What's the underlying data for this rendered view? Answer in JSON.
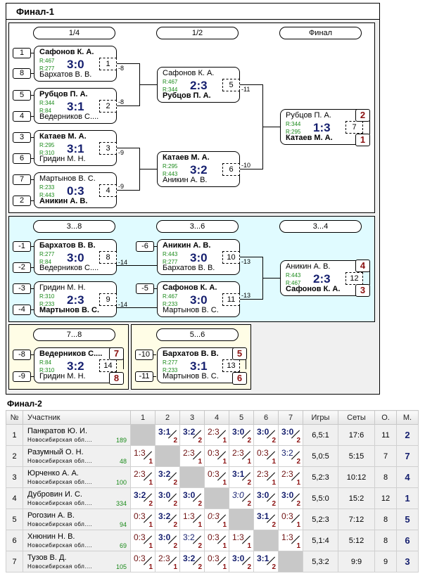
{
  "final1": {
    "title": "Финал-1",
    "rounds": {
      "r14": "1/4",
      "r12": "1/2",
      "final": "Финал",
      "r38": "3...8",
      "r36": "3...6",
      "r34": "3...4",
      "r78": "7...8",
      "r56": "5...6"
    },
    "seeds": {
      "m1": [
        "1",
        "8"
      ],
      "m2": [
        "5",
        "4"
      ],
      "m3": [
        "3",
        "6"
      ],
      "m4": [
        "7",
        "2"
      ],
      "m8": [
        "-1",
        "-2"
      ],
      "m9": [
        "-3",
        "-4"
      ],
      "m10": [
        "-6"
      ],
      "m11": [
        "-5"
      ],
      "m14": [
        "-8",
        "-9"
      ],
      "m13": [
        "-10",
        "-11"
      ]
    },
    "matches": {
      "m1": {
        "p1": "Сафонов К. А.",
        "p2": "Бархатов В. В.",
        "r1": "R:467",
        "r2": "R:277",
        "score": "3:0",
        "num": "1",
        "loser_to": "-8"
      },
      "m2": {
        "p1": "Рубцов П. А.",
        "p2": "Ведерников С....",
        "r1": "R:344",
        "r2": "R:84",
        "score": "3:1",
        "num": "2",
        "loser_to": "-8"
      },
      "m3": {
        "p1": "Катаев М. А.",
        "p2": "Гридин М. Н.",
        "r1": "R:295",
        "r2": "R:310",
        "score": "3:1",
        "num": "3",
        "loser_to": "-9"
      },
      "m4": {
        "p1": "Мартынов В. С.",
        "p2": "Аникин А. В.",
        "r1": "R:233",
        "r2": "R:443",
        "score": "0:3",
        "num": "4",
        "loser_to": "-9"
      },
      "m5": {
        "p1": "Сафонов К. А.",
        "p2": "Рубцов П. А.",
        "r1": "R:467",
        "r2": "R:344",
        "score": "2:3",
        "num": "5",
        "loser_to": "-11"
      },
      "m6": {
        "p1": "Катаев М. А.",
        "p2": "Аникин А. В.",
        "r1": "R:295",
        "r2": "R:443",
        "score": "3:2",
        "num": "6",
        "loser_to": "-10"
      },
      "m7": {
        "p1": "Рубцов П. А.",
        "p2": "Катаев М. А.",
        "r1": "R:344",
        "r2": "R:295",
        "score": "1:3",
        "num": "7",
        "place1": "2",
        "place2": "1"
      },
      "m8": {
        "p1": "Бархатов В. В.",
        "p2": "Ведерников С....",
        "r1": "R:277",
        "r2": "R:84",
        "score": "3:0",
        "num": "8",
        "loser_to": "-14"
      },
      "m9": {
        "p1": "Гридин М. Н.",
        "p2": "Мартынов В. С.",
        "r1": "R:310",
        "r2": "R:233",
        "score": "2:3",
        "num": "9",
        "loser_to": "-14"
      },
      "m10": {
        "p1": "Аникин А. В.",
        "p2": "Бархатов В. В.",
        "r1": "R:443",
        "r2": "R:277",
        "score": "3:0",
        "num": "10",
        "loser_to": "-13"
      },
      "m11": {
        "p1": "Сафонов К. А.",
        "p2": "Мартынов В. С.",
        "r1": "R:467",
        "r2": "R:233",
        "score": "3:0",
        "num": "11",
        "loser_to": "-13"
      },
      "m12": {
        "p1": "Аникин А. В.",
        "p2": "Сафонов К. А.",
        "r1": "R:443",
        "r2": "R:467",
        "score": "2:3",
        "num": "12",
        "place1": "4",
        "place2": "3"
      },
      "m14": {
        "p1": "Ведерников С....",
        "p2": "Гридин М. Н.",
        "r1": "R:84",
        "r2": "R:310",
        "score": "3:2",
        "num": "14",
        "place1": "7",
        "place2": "8"
      },
      "m13": {
        "p1": "Бархатов В. В.",
        "p2": "Мартынов В. С.",
        "r1": "R:277",
        "r2": "R:233",
        "score": "3:1",
        "num": "13",
        "place1": "5",
        "place2": "6"
      }
    }
  },
  "final2": {
    "title": "Финал-2",
    "headers": [
      "№",
      "Участник",
      "1",
      "2",
      "3",
      "4",
      "5",
      "6",
      "7",
      "Игры",
      "Сеты",
      "О.",
      "М."
    ],
    "rows": [
      {
        "n": "1",
        "name": "Панкратов Ю. И.",
        "region": "Новосибирская обл....",
        "rating": "189",
        "cells": [
          null,
          {
            "s": "3:1",
            "p": "2",
            "t": "win"
          },
          {
            "s": "3:2",
            "p": "2",
            "t": "win"
          },
          {
            "s": "2:3",
            "p": "1",
            "t": "loss"
          },
          {
            "s": "3:0",
            "p": "2",
            "t": "win"
          },
          {
            "s": "3:0",
            "p": "2",
            "t": "win"
          },
          {
            "s": "3:0",
            "p": "2",
            "t": "win"
          }
        ],
        "games": "6,5:1",
        "sets": "17:6",
        "points": "11",
        "place": "2"
      },
      {
        "n": "2",
        "name": "Разумный О. Н.",
        "region": "Новосибирская обл....",
        "rating": "48",
        "cells": [
          {
            "s": "1:3",
            "p": "1",
            "t": "loss"
          },
          null,
          {
            "s": "2:3",
            "p": "1",
            "t": "loss"
          },
          {
            "s": "0:3",
            "p": "1",
            "t": "loss"
          },
          {
            "s": "2:3",
            "p": "1",
            "t": "loss"
          },
          {
            "s": "0:3",
            "p": "1",
            "t": "loss"
          },
          {
            "s": "3:2",
            "p": "2",
            "t": "win-plain"
          }
        ],
        "games": "5,0:5",
        "sets": "5:15",
        "points": "7",
        "place": "7"
      },
      {
        "n": "3",
        "name": "Юрченко А. А.",
        "region": "Новосибирская обл....",
        "rating": "100",
        "cells": [
          {
            "s": "2:3",
            "p": "1",
            "t": "loss"
          },
          {
            "s": "3:2",
            "p": "2",
            "t": "win"
          },
          null,
          {
            "s": "0:3",
            "p": "1",
            "t": "loss"
          },
          {
            "s": "3:1",
            "p": "2",
            "t": "win"
          },
          {
            "s": "2:3",
            "p": "1",
            "t": "loss"
          },
          {
            "s": "2:3",
            "p": "1",
            "t": "loss"
          }
        ],
        "games": "5,2:3",
        "sets": "10:12",
        "points": "8",
        "place": "4"
      },
      {
        "n": "4",
        "name": "Дубровин И. С.",
        "region": "Новосибирская обл....",
        "rating": "334",
        "cells": [
          {
            "s": "3:2",
            "p": "2",
            "t": "win"
          },
          {
            "s": "3:0",
            "p": "2",
            "t": "win"
          },
          {
            "s": "3:0",
            "p": "2",
            "t": "win"
          },
          null,
          {
            "s": "3:0",
            "p": "2",
            "t": "win-italic"
          },
          {
            "s": "3:0",
            "p": "2",
            "t": "win"
          },
          {
            "s": "3:0",
            "p": "2",
            "t": "win"
          }
        ],
        "games": "5,5:0",
        "sets": "15:2",
        "points": "12",
        "place": "1"
      },
      {
        "n": "5",
        "name": "Рогозин А. В.",
        "region": "Новосибирская обл....",
        "rating": "94",
        "cells": [
          {
            "s": "0:3",
            "p": "1",
            "t": "loss"
          },
          {
            "s": "3:2",
            "p": "2",
            "t": "win"
          },
          {
            "s": "1:3",
            "p": "1",
            "t": "loss"
          },
          {
            "s": "0:3",
            "p": "1",
            "t": "loss-italic"
          },
          null,
          {
            "s": "3:1",
            "p": "2",
            "t": "win"
          },
          {
            "s": "0:3",
            "p": "1",
            "t": "loss"
          }
        ],
        "games": "5,2:3",
        "sets": "7:12",
        "points": "8",
        "place": "5"
      },
      {
        "n": "6",
        "name": "Хнюнин Н. В.",
        "region": "Новосибирская обл....",
        "rating": "69",
        "cells": [
          {
            "s": "0:3",
            "p": "1",
            "t": "loss"
          },
          {
            "s": "3:0",
            "p": "2",
            "t": "win"
          },
          {
            "s": "3:2",
            "p": "2",
            "t": "win-plain"
          },
          {
            "s": "0:3",
            "p": "1",
            "t": "loss"
          },
          {
            "s": "1:3",
            "p": "1",
            "t": "loss"
          },
          null,
          {
            "s": "1:3",
            "p": "1",
            "t": "loss"
          }
        ],
        "games": "5,1:4",
        "sets": "5:12",
        "points": "8",
        "place": "6"
      },
      {
        "n": "7",
        "name": "Тузов В. Д.",
        "region": "Новосибирская обл....",
        "rating": "105",
        "cells": [
          {
            "s": "0:3",
            "p": "1",
            "t": "loss"
          },
          {
            "s": "2:3",
            "p": "1",
            "t": "loss"
          },
          {
            "s": "3:2",
            "p": "2",
            "t": "win"
          },
          {
            "s": "0:3",
            "p": "1",
            "t": "loss"
          },
          {
            "s": "3:0",
            "p": "2",
            "t": "win"
          },
          {
            "s": "3:1",
            "p": "2",
            "t": "win"
          },
          null
        ],
        "games": "5,3:2",
        "sets": "9:9",
        "points": "9",
        "place": "3"
      }
    ]
  }
}
